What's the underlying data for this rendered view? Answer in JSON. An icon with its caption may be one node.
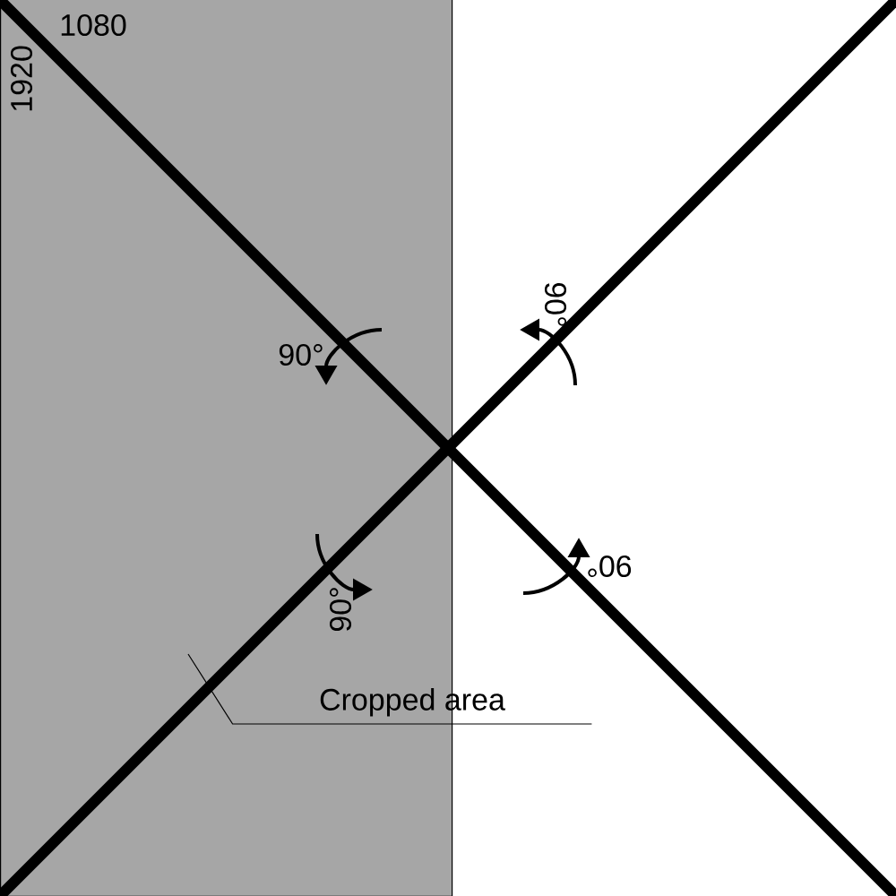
{
  "diagram": {
    "nodes": [
      {
        "text": [],
        "shape": "box"
      },
      {
        "text": [
          "Cropped area"
        ]
      }
    ],
    "edges": [
      {
        "from": 1,
        "to": 0,
        "arrow": "none"
      }
    ],
    "labels": [
      "1080",
      "1920",
      "90°",
      "90°",
      "90°",
      "90°"
    ]
  }
}
